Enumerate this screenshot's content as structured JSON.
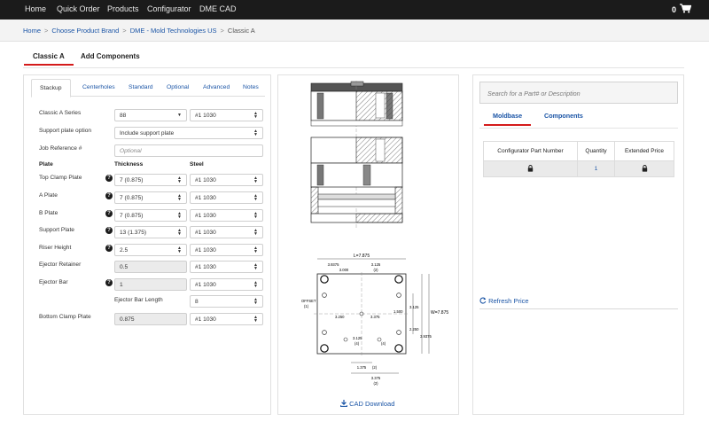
{
  "nav": {
    "items": [
      "Home",
      "Quick Order",
      "Products",
      "Configurator",
      "DME CAD"
    ],
    "cart_count": "0"
  },
  "breadcrumb": [
    "Home",
    "Choose Product Brand",
    "DME - Mold Technologies US",
    "Classic A"
  ],
  "main_tabs": [
    {
      "label": "Classic A",
      "active": true
    },
    {
      "label": "Add Components",
      "active": false
    }
  ],
  "stackup": {
    "tabs": [
      "Stackup",
      "Centerholes",
      "Standard",
      "Optional",
      "Advanced",
      "Notes"
    ],
    "series": {
      "label": "Classic A Series",
      "value": "88",
      "steel": "#1 1030"
    },
    "support_option": {
      "label": "Support plate option",
      "value": "Include support plate"
    },
    "job_reference": {
      "label": "Job Reference #",
      "placeholder": "Optional"
    },
    "columns": {
      "plate": "Plate",
      "thickness": "Thickness",
      "steel": "Steel"
    },
    "plates": [
      {
        "label": "Top Clamp Plate",
        "thickness": "7 (0.875)",
        "steel": "#1 1030",
        "help": true,
        "editable": true
      },
      {
        "label": "A Plate",
        "thickness": "7 (0.875)",
        "steel": "#1 1030",
        "help": true,
        "editable": true
      },
      {
        "label": "B Plate",
        "thickness": "7 (0.875)",
        "steel": "#1 1030",
        "help": true,
        "editable": true
      },
      {
        "label": "Support Plate",
        "thickness": "13 (1.375)",
        "steel": "#1 1030",
        "help": true,
        "editable": true
      },
      {
        "label": "Riser Height",
        "thickness": "2.5",
        "steel": "#1 1030",
        "help": true,
        "editable": true
      },
      {
        "label": "Ejector Retainer",
        "thickness": "0.5",
        "steel": "#1 1030",
        "help": false,
        "editable": false
      },
      {
        "label": "Ejector Bar",
        "thickness": "1",
        "steel": "#1 1030",
        "help": true,
        "editable": false
      }
    ],
    "ejector_bar_length": {
      "label": "Ejector Bar Length",
      "value": "8"
    },
    "bottom_clamp": {
      "label": "Bottom Clamp Plate",
      "thickness": "0.875",
      "steel": "#1 1030"
    }
  },
  "drawing": {
    "dims_top": [
      "L=7.875",
      "3.9375",
      "3.125",
      "3.000",
      "(2)"
    ],
    "dims_side": [
      "OFFSET",
      "(1)",
      "3.250",
      "3.375",
      "1.500",
      "3.125",
      "2.250",
      "3.9375",
      "W=7.875",
      "3.125",
      "(4)",
      "(4)",
      "1.375",
      "(2)",
      "3.375",
      "(2)"
    ],
    "cad_download": "CAD Download"
  },
  "parts": {
    "search_placeholder": "Search for a Part# or Description",
    "tabs": [
      "Moldbase",
      "Components"
    ],
    "table_headers": [
      "Configurator Part Number",
      "Quantity",
      "Extended Price"
    ],
    "rows": [
      {
        "quantity": "1"
      }
    ],
    "refresh": "Refresh Price"
  },
  "colors": {
    "accent_red": "#d41b1b",
    "link_blue": "#1b55a6",
    "nav_bg": "#1b1b1b"
  }
}
